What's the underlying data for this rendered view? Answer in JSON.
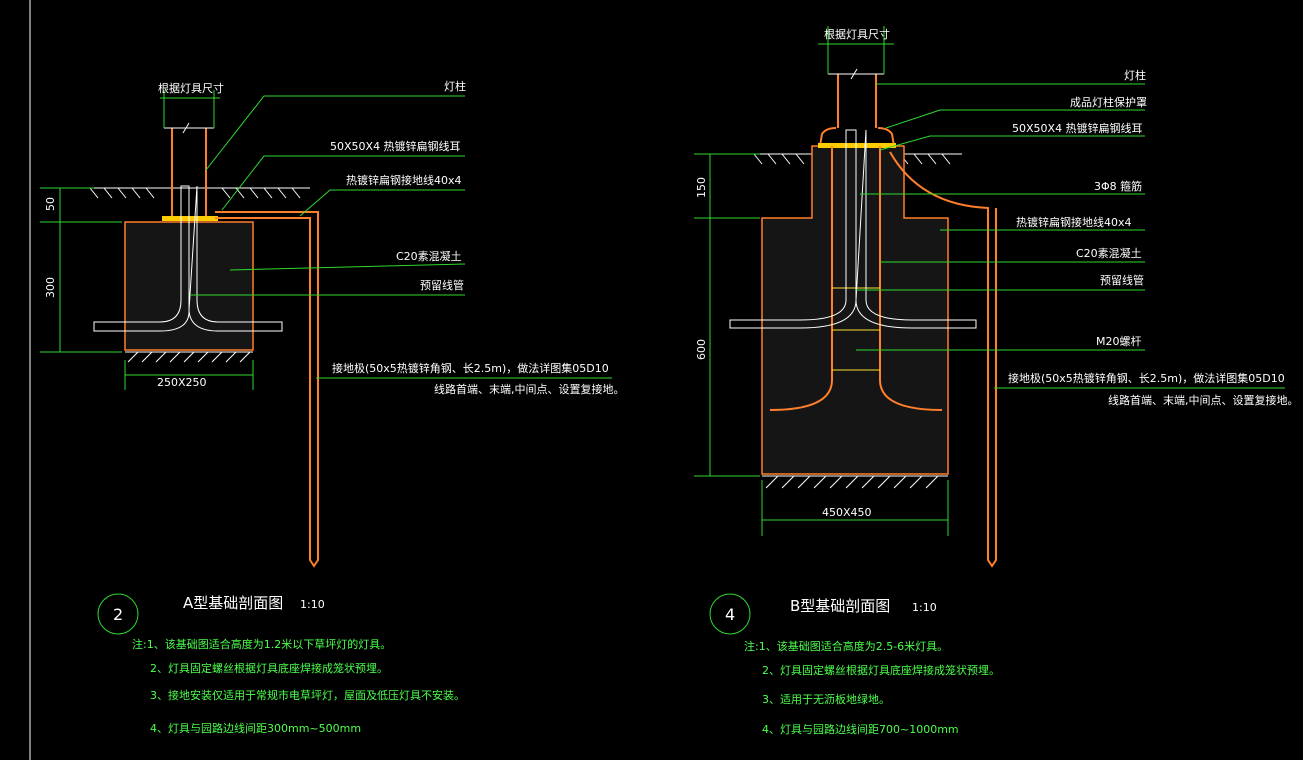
{
  "colors": {
    "background": "#000000",
    "line_white": "#ffffff",
    "line_green": "#2fd92f",
    "line_orange": "#ff7f2a",
    "note_text": "#4cff4c"
  },
  "drawingA": {
    "lamp_size": "根据灯具尺寸",
    "labels": {
      "pole": "灯柱",
      "ear": "50X50X4 热镀锌扁钢线耳",
      "ground_wire": "热镀锌扁钢接地线40x4",
      "concrete": "C20素混凝土",
      "conduit": "预留线管",
      "electrode": "接地极(50x5热镀锌角钢、长2.5m)，做法详图集05D10",
      "electrode2": "线路首端、末端,中间点、设置复接地。"
    },
    "dims": {
      "d50": "50",
      "d300": "300",
      "base": "250X250"
    },
    "number": "2",
    "title": "A型基础剖面图",
    "scale": "1:10",
    "notes": [
      "注:1、该基础图适合高度为1.2米以下草坪灯的灯具。",
      "2、灯具固定螺丝根据灯具底座焊接成笼状预埋。",
      "3、接地安装仅适用于常规市电草坪灯，屋面及低压灯具不安装。",
      "4、灯具与园路边线间距300mm~500mm"
    ]
  },
  "drawingB": {
    "lamp_size": "根据灯具尺寸",
    "labels": {
      "pole": "灯柱",
      "cover": "成品灯柱保护罩",
      "ear": "50X50X4 热镀锌扁钢线耳",
      "rebar": "3Φ8 箍筋",
      "ground_wire": "热镀锌扁钢接地线40x4",
      "concrete": "C20素混凝土",
      "conduit": "预留线管",
      "bolt": "M20螺杆",
      "electrode": "接地极(50x5热镀锌角钢、长2.5m)，做法详图集05D10",
      "electrode2": "线路首端、末端,中间点、设置复接地。"
    },
    "dims": {
      "d150": "150",
      "d600": "600",
      "base": "450X450"
    },
    "number": "4",
    "title": "B型基础剖面图",
    "scale": "1:10",
    "notes": [
      "注:1、该基础图适合高度为2.5-6米灯具。",
      "2、灯具固定螺丝根据灯具底座焊接成笼状预埋。",
      "3、适用于无沥板地绿地。",
      "4、灯具与园路边线间距700~1000mm"
    ]
  }
}
